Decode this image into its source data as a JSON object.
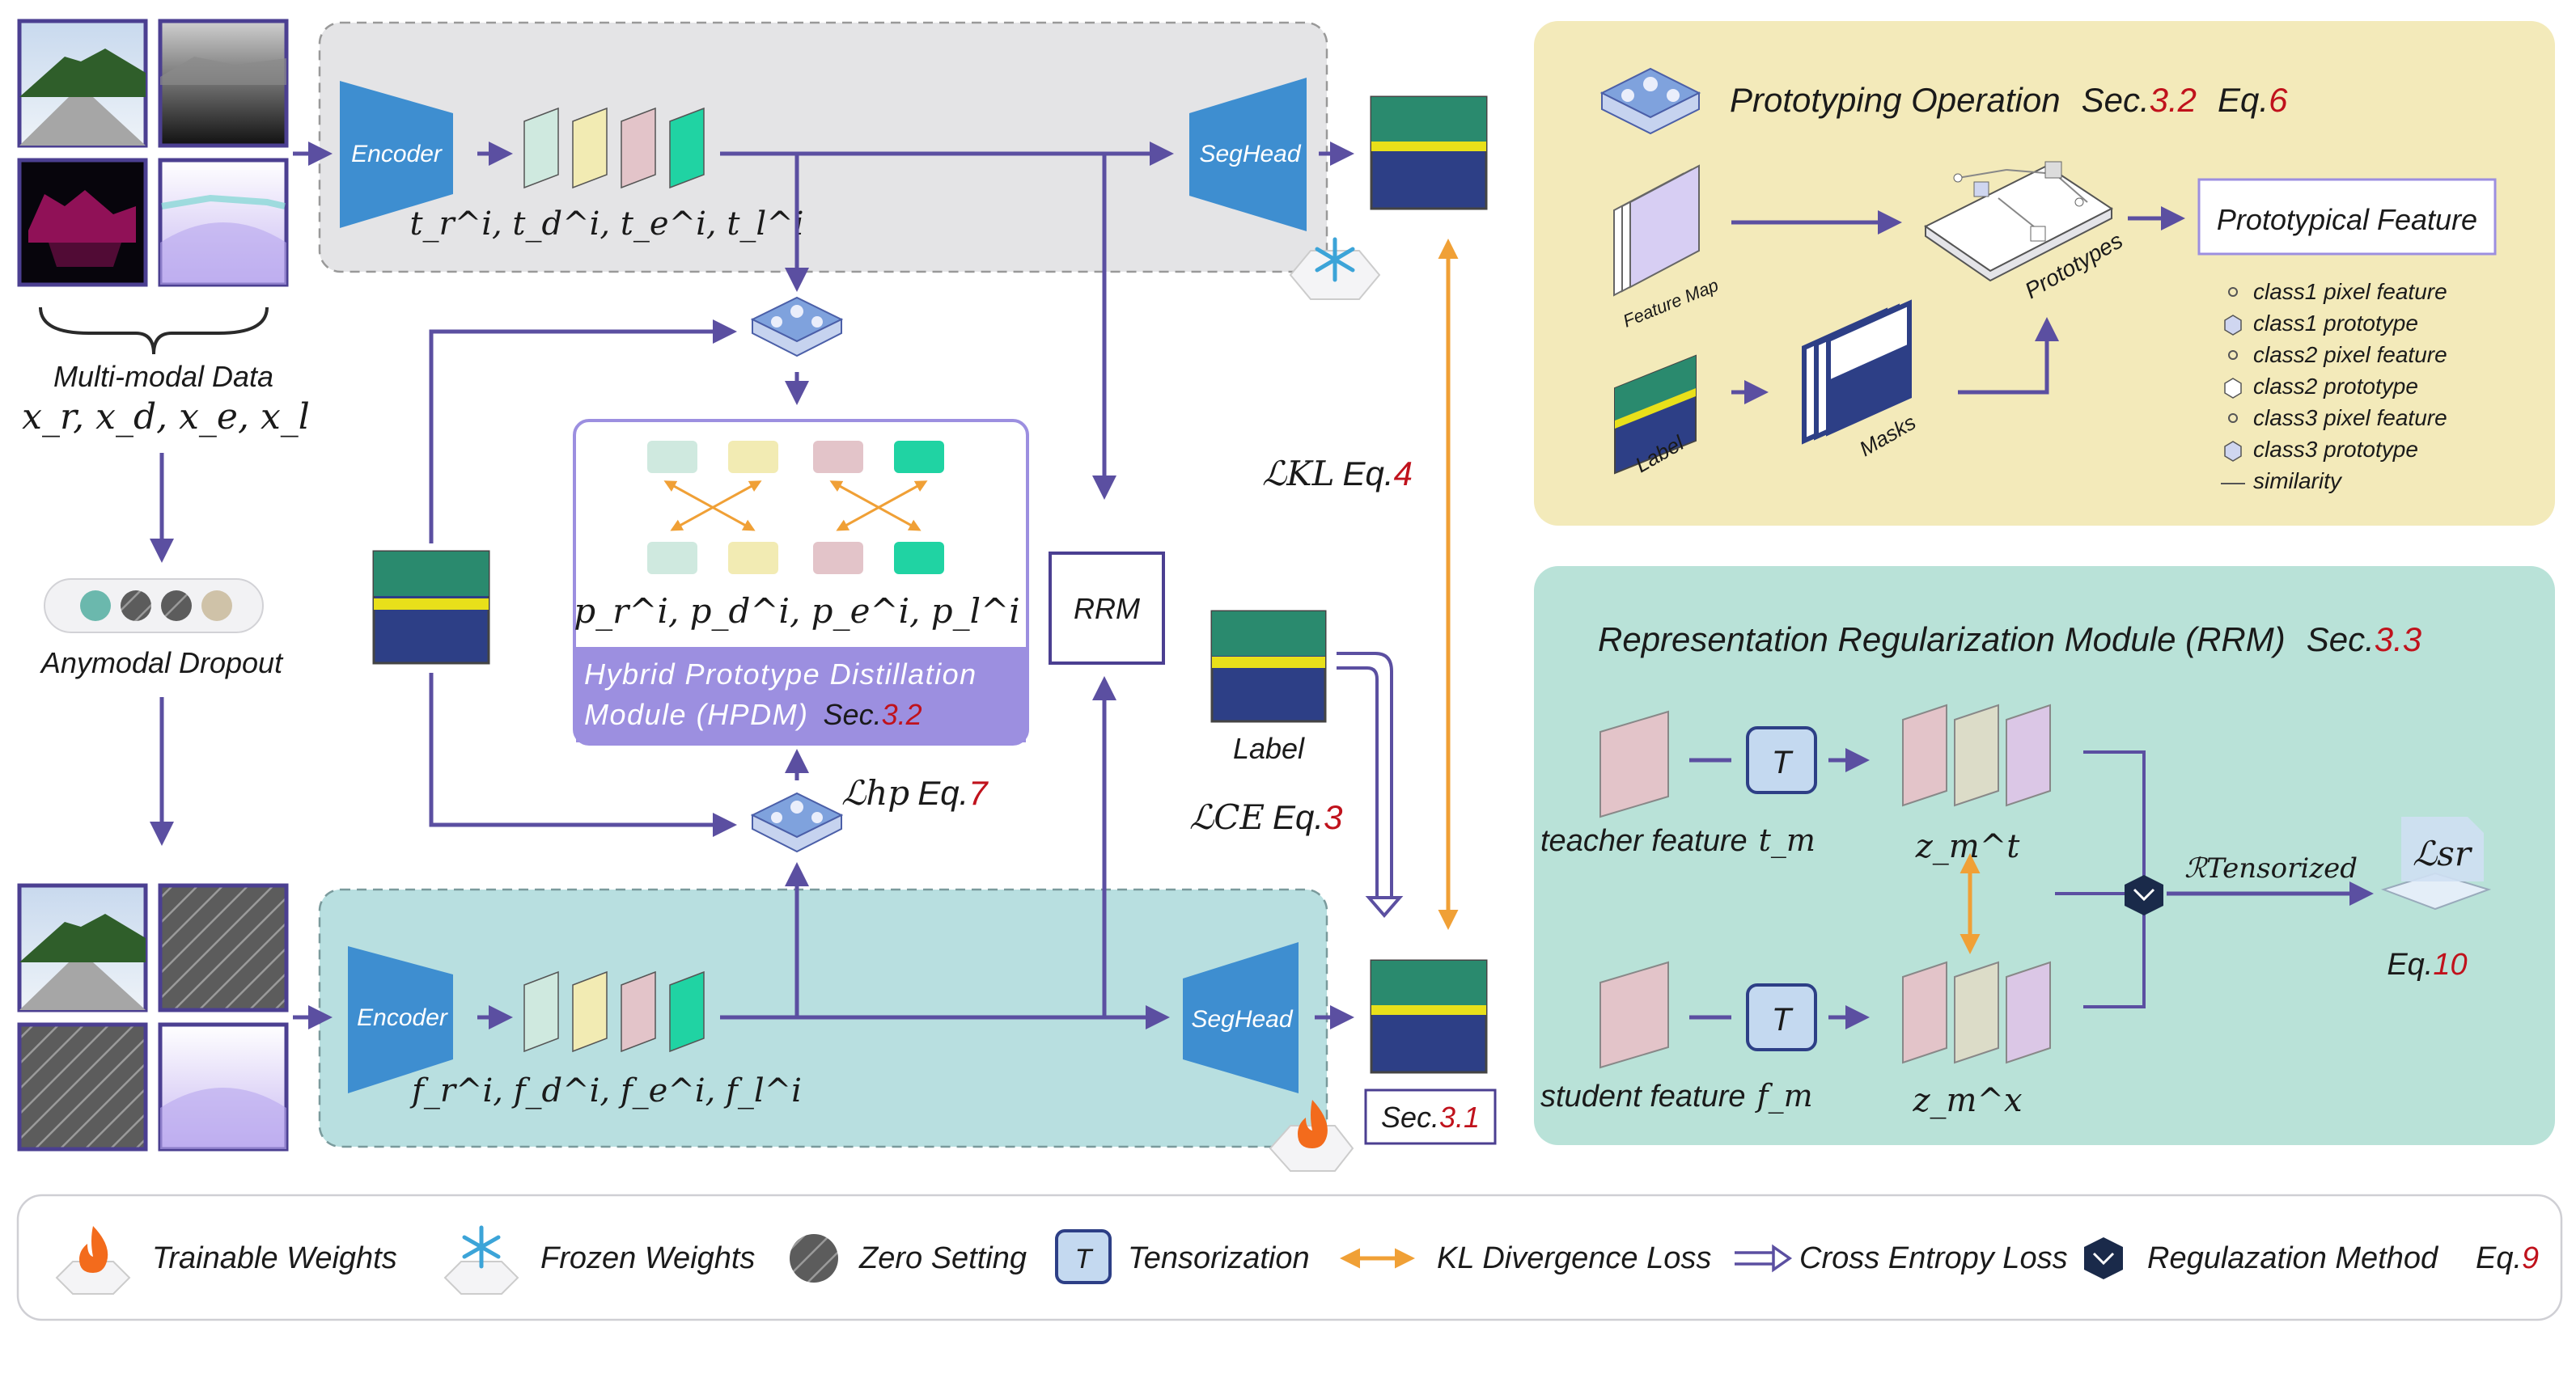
{
  "colors": {
    "arrow": "#5b4fa1",
    "encoder": "#3e8ed0",
    "teacher_bg": "#e4e4e6",
    "student_bg": "#b8dfe0",
    "hpdm_title_bg": "#9c8fe0",
    "proto_panel_bg": "#f3eaba",
    "rrm_panel_bg": "#b9e2d8",
    "kl_arrow": "#f0a036",
    "eq_red": "#c0121c",
    "feat_rgb": "#cfe9df",
    "feat_depth": "#f2ebb3",
    "feat_event": "#e3c4c9",
    "feat_lidar": "#20d3a3"
  },
  "left": {
    "data_label": "Multi-modal Data",
    "data_math": "x_r, x_d, x_e, x_l",
    "dropout_label": "Anymodal Dropout"
  },
  "teacher": {
    "encoder": "Encoder",
    "seghead": "SegHead",
    "features": "t_r^i, t_d^i, t_e^i, t_l^i",
    "frozen_icon": "snowflake-icon"
  },
  "student": {
    "encoder": "Encoder",
    "seghead": "SegHead",
    "features": "f_r^i, f_d^i, f_e^i, f_l^i",
    "trainable_icon": "flame-icon"
  },
  "hpdm": {
    "prototypes": "p_r^i, p_d^i, p_e^i, p_l^i",
    "title_line1": "Hybrid Prototype Distillation",
    "title_line2": "Module (HPDM)",
    "sec_prefix": "Sec.",
    "sec_num": "3.2"
  },
  "rrm_box": "RRM",
  "label_text": "Label",
  "losses": {
    "kl": "ℒKL",
    "kl_eq": "Eq.",
    "kl_eq_num": "4",
    "ce": "ℒCE",
    "ce_eq": "Eq.",
    "ce_eq_num": "3",
    "hp": "ℒhp",
    "hp_eq": "Eq.",
    "hp_eq_num": "7"
  },
  "output_sec": {
    "prefix": "Sec.",
    "num": "3.1"
  },
  "proto_panel": {
    "title": "Prototyping Operation",
    "sec": "Sec.",
    "sec_num": "3.2",
    "eq": "Eq.",
    "eq_num": "6",
    "feature_map": "Feature Map",
    "label": "Label",
    "masks": "Masks",
    "prototypes": "Prototypes",
    "result_box": "Prototypical Feature",
    "legend": [
      "class1 pixel feature",
      "class1 prototype",
      "class2 pixel feature",
      "class2 prototype",
      "class3 pixel feature",
      "class3 prototype",
      "similarity"
    ]
  },
  "rrm_panel": {
    "title": "Representation Regularization  Module (RRM)",
    "sec": "Sec.",
    "sec_num": "3.3",
    "teacher_feature": "teacher feature",
    "teacher_math": "t_m",
    "student_feature": "student feature",
    "student_math": "f_m",
    "t_block": "T",
    "zt": "z_m^t",
    "zx": "z_m^x",
    "reg": "ℛTensorized",
    "lsr": "ℒsr",
    "eq": "Eq.",
    "eq_num": "10"
  },
  "legend_bar": {
    "items": [
      "Trainable Weights",
      "Frozen Weights",
      "Zero Setting",
      "Tensorization",
      "KL Divergence Loss",
      "Cross Entropy Loss",
      "Regulazation Method"
    ],
    "t_glyph": "T",
    "eq": "Eq.",
    "eq_num": "9"
  }
}
